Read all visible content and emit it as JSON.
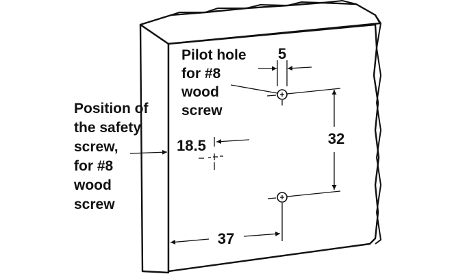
{
  "callouts": {
    "pilot_hole": [
      "Pilot hole",
      "for #8",
      "wood",
      "screw"
    ],
    "safety_screw": [
      "Position of",
      "the safety",
      "screw,",
      "for #8",
      "wood",
      "screw"
    ]
  },
  "dimensions": {
    "pilot_hole_diameter": "5",
    "safety_offset": "18.5",
    "hole_spacing": "32",
    "edge_distance": "37"
  },
  "colors": {
    "line": "#111111",
    "background": "#ffffff"
  }
}
